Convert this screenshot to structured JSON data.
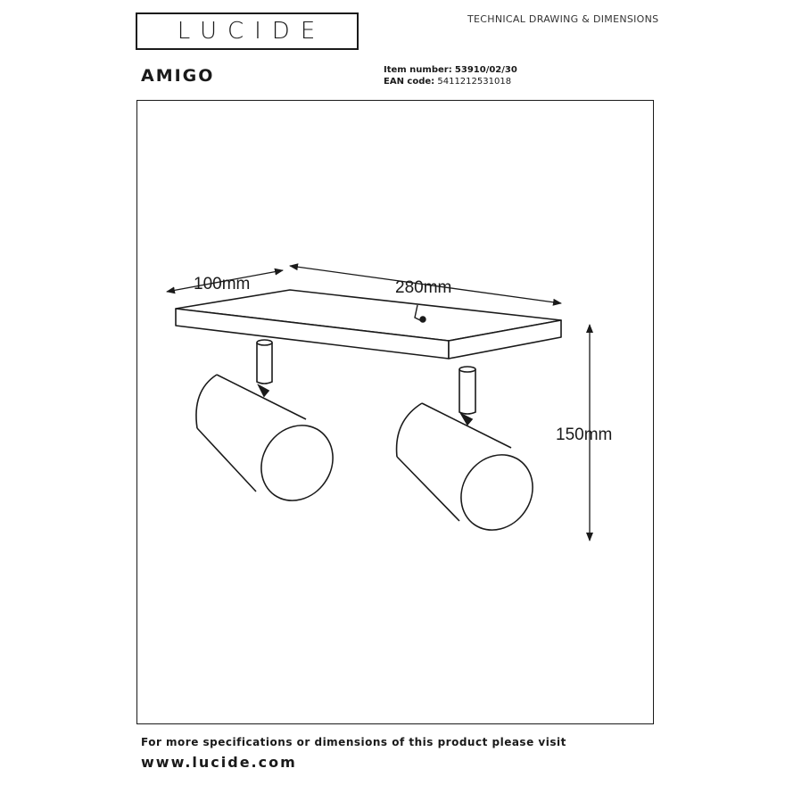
{
  "header": {
    "logo_text": "LUCIDE",
    "doc_title": "TECHNICAL DRAWING & DIMENSIONS",
    "product_name": "AMIGO",
    "item_number_label": "Item number:",
    "item_number_value": "53910/02/30",
    "ean_label": "EAN code:",
    "ean_value": "5411212531018"
  },
  "drawing": {
    "dim_depth": "100mm",
    "dim_length": "280mm",
    "dim_height": "150mm"
  },
  "footer": {
    "note": "For more specifications or dimensions of this product please visit",
    "url": "www.lucide.com"
  }
}
